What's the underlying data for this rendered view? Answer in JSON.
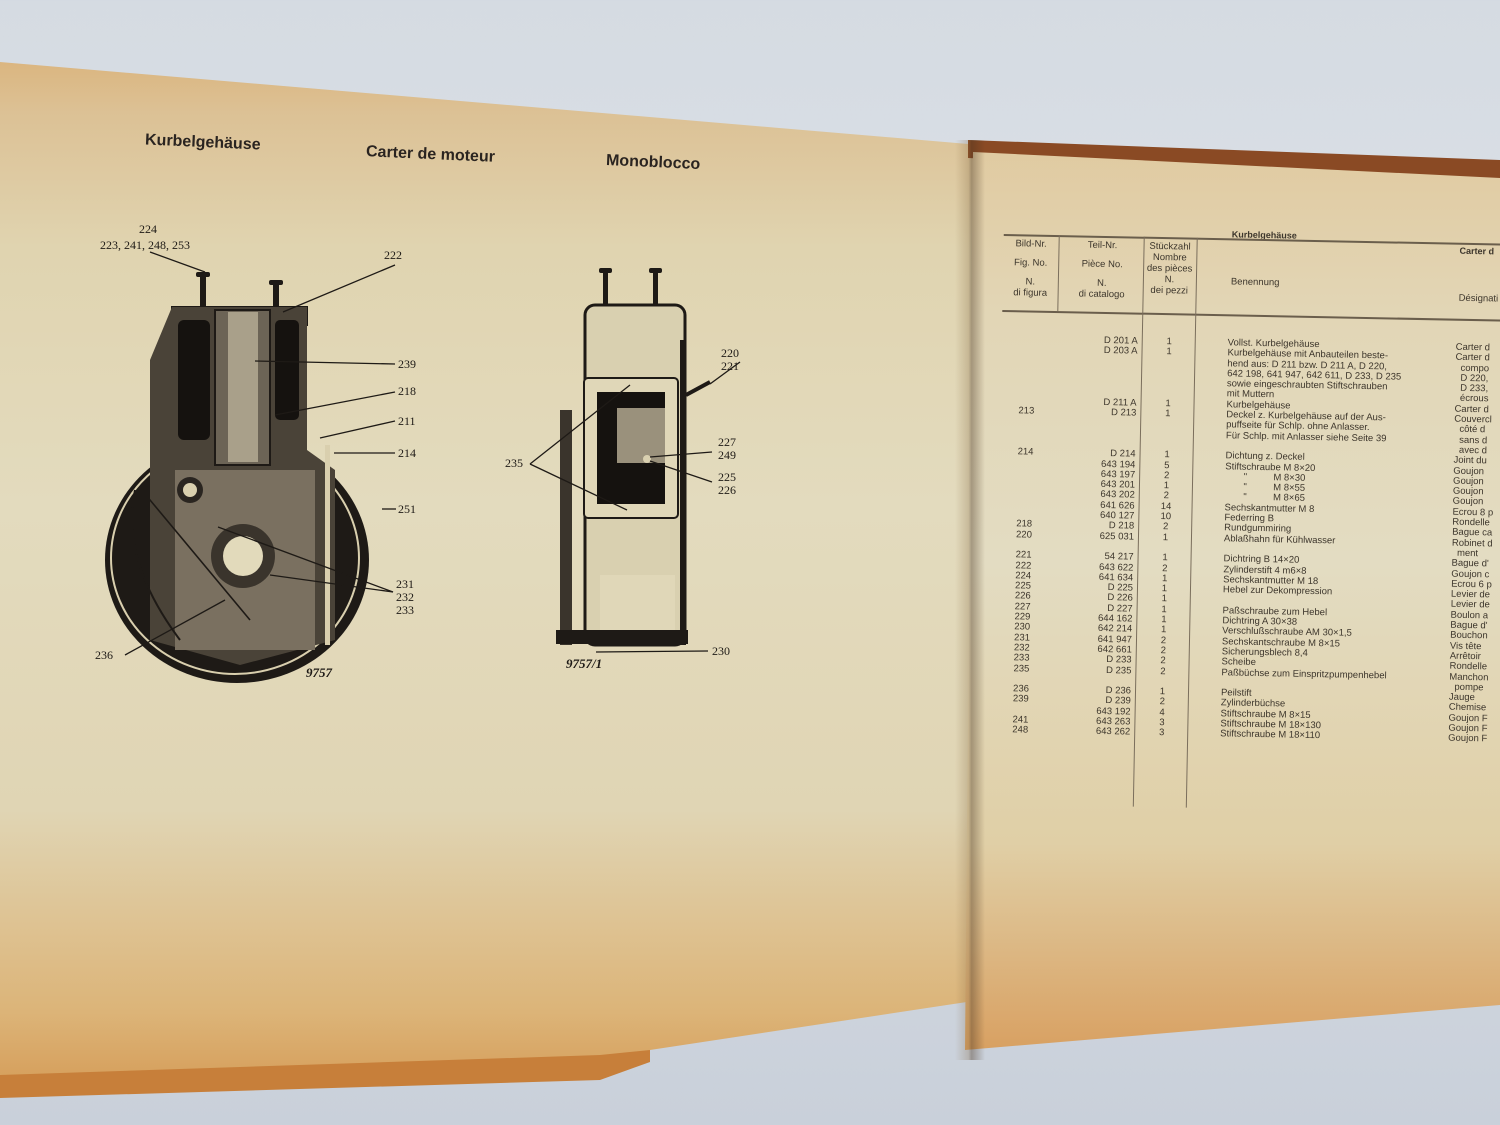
{
  "left_page": {
    "titles": [
      "Kurbelgehäuse",
      "Carter de moteur",
      "Monoblocco"
    ],
    "figure_1": {
      "number": "9757",
      "callouts": [
        "224",
        "223, 241, 248, 253",
        "222",
        "239",
        "218",
        "211",
        "214",
        "251",
        "231",
        "232",
        "233",
        "236"
      ]
    },
    "figure_2": {
      "number": "9757/1",
      "callouts": [
        "220",
        "221",
        "227",
        "249",
        "225",
        "226",
        "235",
        "230"
      ]
    }
  },
  "right_page": {
    "section_title_de": "Kurbelgehäuse",
    "section_title_fr": "Carter d",
    "headers": {
      "fig": [
        "Bild-Nr.",
        "Fig. No.",
        "N.",
        "di figura"
      ],
      "part": [
        "Teil-Nr.",
        "Pièce No.",
        "N.",
        "di catalogo"
      ],
      "qty": [
        "Stückzahl",
        "Nombre",
        "des pièces",
        "N.",
        "dei pezzi"
      ],
      "name": "Benennung",
      "name_fr": "Désignati"
    },
    "rows": [
      {
        "fig": "",
        "part": "D 201 A",
        "qty": "1",
        "name": "Vollst. Kurbelgehäuse",
        "fr": "Carter d"
      },
      {
        "fig": "",
        "part": "D 203 A",
        "qty": "1",
        "name": "Kurbelgehäuse mit Anbauteilen beste-",
        "fr": "Carter d"
      },
      {
        "fig": "",
        "part": "",
        "qty": "",
        "name": "hend aus: D 211 bzw. D 211 A, D 220,",
        "fr": "  compo"
      },
      {
        "fig": "",
        "part": "",
        "qty": "",
        "name": "642 198, 641 947, 642 611, D 233, D 235",
        "fr": "  D 220,"
      },
      {
        "fig": "",
        "part": "",
        "qty": "",
        "name": "sowie eingeschraubten Stiftschrauben",
        "fr": "  D 233,"
      },
      {
        "fig": "",
        "part": "",
        "qty": "",
        "name": "mit Muttern",
        "fr": "  écrous"
      },
      {
        "fig": "",
        "part": "D 211 A",
        "qty": "1",
        "name": "Kurbelgehäuse",
        "fr": "Carter d"
      },
      {
        "fig": "213",
        "part": "D 213",
        "qty": "1",
        "name": "Deckel z. Kurbelgehäuse auf der Aus-",
        "fr": "Couvercl"
      },
      {
        "fig": "",
        "part": "",
        "qty": "",
        "name": "puffseite für Schlp. ohne Anlasser.",
        "fr": "  côté d"
      },
      {
        "fig": "",
        "part": "",
        "qty": "",
        "name": "Für Schlp. mit Anlasser siehe Seite 39",
        "fr": "  sans d"
      },
      {
        "fig": "",
        "part": "",
        "qty": "",
        "name": "",
        "fr": "  avec d"
      },
      {
        "fig": "214",
        "part": "D 214",
        "qty": "1",
        "name": "Dichtung z. Deckel",
        "fr": "Joint du"
      },
      {
        "fig": "",
        "part": "643 194",
        "qty": "5",
        "name": "Stiftschraube M 8×20",
        "fr": "Goujon"
      },
      {
        "fig": "",
        "part": "643 197",
        "qty": "2",
        "name": "       \"          M 8×30",
        "fr": "Goujon"
      },
      {
        "fig": "",
        "part": "643 201",
        "qty": "1",
        "name": "       \"          M 8×55",
        "fr": "Goujon"
      },
      {
        "fig": "",
        "part": "643 202",
        "qty": "2",
        "name": "       \"          M 8×65",
        "fr": "Goujon"
      },
      {
        "fig": "",
        "part": "641 626",
        "qty": "14",
        "name": "Sechskantmutter M 8",
        "fr": "Ecrou 8 p"
      },
      {
        "fig": "",
        "part": "640 127",
        "qty": "10",
        "name": "Federring B",
        "fr": "Rondelle"
      },
      {
        "fig": "218",
        "part": "D 218",
        "qty": "2",
        "name": "Rundgummiring",
        "fr": "Bague ca"
      },
      {
        "fig": "220",
        "part": "625 031",
        "qty": "1",
        "name": "Ablaßhahn für Kühlwasser",
        "fr": "Robinet d"
      },
      {
        "fig": "",
        "part": "",
        "qty": "",
        "name": "",
        "fr": "  ment"
      },
      {
        "fig": "221",
        "part": "54 217",
        "qty": "1",
        "name": "Dichtring B 14×20",
        "fr": "Bague d'"
      },
      {
        "fig": "222",
        "part": "643 622",
        "qty": "2",
        "name": "Zylinderstift 4 m6×8",
        "fr": "Goujon c"
      },
      {
        "fig": "224",
        "part": "641 634",
        "qty": "1",
        "name": "Sechskantmutter M 18",
        "fr": "Ecrou 6 p"
      },
      {
        "fig": "225",
        "part": "D 225",
        "qty": "1",
        "name": "Hebel zur Dekompression",
        "fr": "Levier de"
      },
      {
        "fig": "226",
        "part": "D 226",
        "qty": "1",
        "name": "",
        "fr": "Levier de"
      },
      {
        "fig": "227",
        "part": "D 227",
        "qty": "1",
        "name": "Paßschraube zum Hebel",
        "fr": "Boulon a"
      },
      {
        "fig": "229",
        "part": "644 162",
        "qty": "1",
        "name": "Dichtring A 30×38",
        "fr": "Bague d'"
      },
      {
        "fig": "230",
        "part": "642 214",
        "qty": "1",
        "name": "Verschlußschraube AM 30×1,5",
        "fr": "Bouchon"
      },
      {
        "fig": "231",
        "part": "641 947",
        "qty": "2",
        "name": "Sechskantschraube M 8×15",
        "fr": "Vis tête"
      },
      {
        "fig": "232",
        "part": "642 661",
        "qty": "2",
        "name": "Sicherungsblech 8,4",
        "fr": "Arrêtoir"
      },
      {
        "fig": "233",
        "part": "D 233",
        "qty": "2",
        "name": "Scheibe",
        "fr": "Rondelle"
      },
      {
        "fig": "235",
        "part": "D 235",
        "qty": "2",
        "name": "Paßbüchse zum Einspritzpumpenhebel",
        "fr": "Manchon"
      },
      {
        "fig": "",
        "part": "",
        "qty": "",
        "name": "",
        "fr": "  pompe"
      },
      {
        "fig": "236",
        "part": "D 236",
        "qty": "1",
        "name": "Peilstift",
        "fr": "Jauge"
      },
      {
        "fig": "239",
        "part": "D 239",
        "qty": "2",
        "name": "Zylinderbüchse",
        "fr": "Chemise"
      },
      {
        "fig": "",
        "part": "643 192",
        "qty": "4",
        "name": "Stiftschraube M 8×15",
        "fr": "Goujon F"
      },
      {
        "fig": "241",
        "part": "643 263",
        "qty": "3",
        "name": "Stiftschraube M 18×130",
        "fr": "Goujon F"
      },
      {
        "fig": "248",
        "part": "643 262",
        "qty": "3",
        "name": "Stiftschraube M 18×110",
        "fr": "Goujon F"
      }
    ]
  }
}
